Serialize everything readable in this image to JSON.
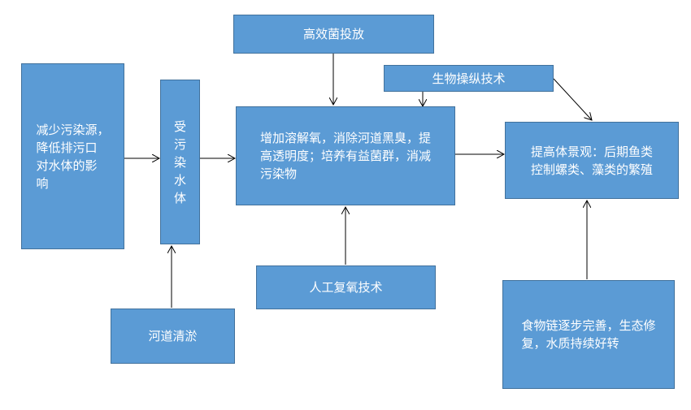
{
  "nodes": {
    "reduce_pollution": "减少污染源，\n降低排污口\n对水体的影\n响",
    "polluted_water": "受污染水体",
    "bacteria": "高效菌投放",
    "bio_control": "生物操纵技术",
    "oxygen_effect": "增加溶解氧，消除河道黑臭，提\n高透明度；培养有益菌群，消减\n污染物",
    "landscape": "提高体景观：后期鱼类\n控制螺类、藻类的繁殖",
    "aeration": "人工复氧技术",
    "dredging": "河道清淤",
    "food_chain": "食物链逐步完善，生态修\n复，水质持续好转"
  },
  "colors": {
    "box_fill": "#5b9bd5",
    "box_border": "#41719c",
    "text": "#ffffff",
    "arrow": "#000000"
  }
}
